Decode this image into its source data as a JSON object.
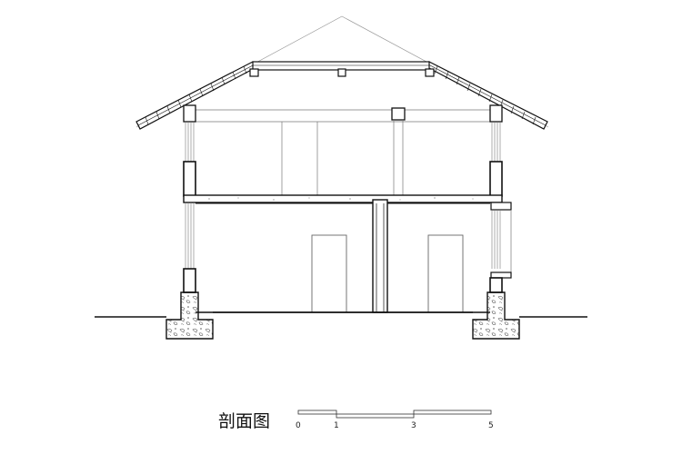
{
  "drawing": {
    "title": "剖面图",
    "scale_bar": {
      "ticks": [
        {
          "label": "0",
          "value": 0
        },
        {
          "label": "1",
          "value": 1
        },
        {
          "label": "3",
          "value": 3
        },
        {
          "label": "5",
          "value": 5
        }
      ]
    },
    "colors": {
      "line": "#111111",
      "thin_line": "#777777",
      "footing_fill": "#ffffff",
      "rubble": "#555555"
    }
  }
}
